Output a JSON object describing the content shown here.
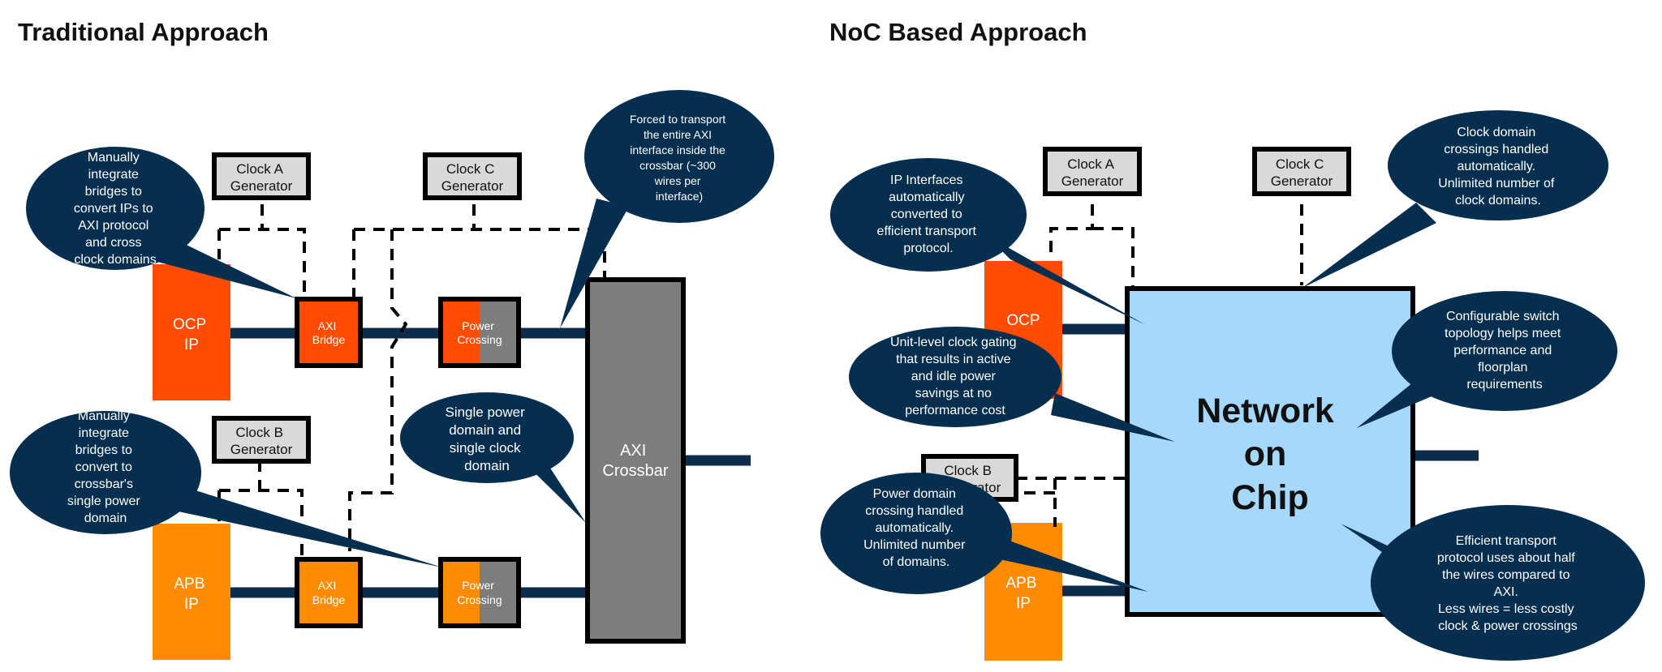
{
  "titles": {
    "left": "Traditional Approach",
    "right": "NoC Based Approach"
  },
  "left": {
    "clock_a": [
      "Clock A",
      "Generator"
    ],
    "clock_b": [
      "Clock B",
      "Generator"
    ],
    "clock_c": [
      "Clock C",
      "Generator"
    ],
    "ocp_ip": [
      "OCP",
      "IP"
    ],
    "apb_ip": [
      "APB",
      "IP"
    ],
    "axi_bridge_top": [
      "AXI",
      "Bridge"
    ],
    "axi_bridge_bottom": [
      "AXI",
      "Bridge"
    ],
    "power_crossing_top": [
      "Power",
      "Crossing"
    ],
    "power_crossing_bottom": [
      "Power",
      "Crossing"
    ],
    "crossbar": [
      "AXI",
      "Crossbar"
    ],
    "bubble_ocp": [
      "Manually",
      "integrate",
      "bridges to",
      "convert IPs to",
      "AXI protocol",
      "and cross",
      "clock domains"
    ],
    "bubble_apb": [
      "Manually",
      "integrate",
      "bridges to",
      "convert to",
      "crossbar's",
      "single power",
      "domain"
    ],
    "bubble_transport": [
      "Forced to transport",
      "the entire AXI",
      "interface inside the",
      "crossbar (~300",
      "wires per",
      "interface)"
    ],
    "bubble_single": [
      "Single power",
      "domain and",
      "single clock",
      "domain"
    ]
  },
  "right": {
    "clock_a": [
      "Clock A",
      "Generator"
    ],
    "clock_b": [
      "Clock B",
      "Generator"
    ],
    "clock_c": [
      "Clock C",
      "Generator"
    ],
    "ocp_ip": "OCP",
    "apb_ip": [
      "APB",
      "IP"
    ],
    "noc": [
      "Network",
      "on",
      "Chip"
    ],
    "bubble_interfaces": [
      "IP Interfaces",
      "automatically",
      "converted to",
      "efficient transport",
      "protocol."
    ],
    "bubble_gating": [
      "Unit-level clock gating",
      "that results in active",
      "and idle power",
      "savings at no",
      "performance cost"
    ],
    "bubble_power": [
      "Power domain",
      "crossing handled",
      "automatically.",
      "Unlimited number",
      "of domains."
    ],
    "bubble_clock": [
      "Clock domain",
      "crossings handled",
      "automatically.",
      "Unlimited number of",
      "clock domains."
    ],
    "bubble_switch": [
      "Configurable switch",
      "topology helps meet",
      "performance and",
      "floorplan",
      "requirements"
    ],
    "bubble_transport": [
      "Efficient transport",
      "protocol uses about half",
      "the wires compared to",
      "AXI.",
      "Less wires = less costly",
      "clock & power crossings"
    ]
  }
}
